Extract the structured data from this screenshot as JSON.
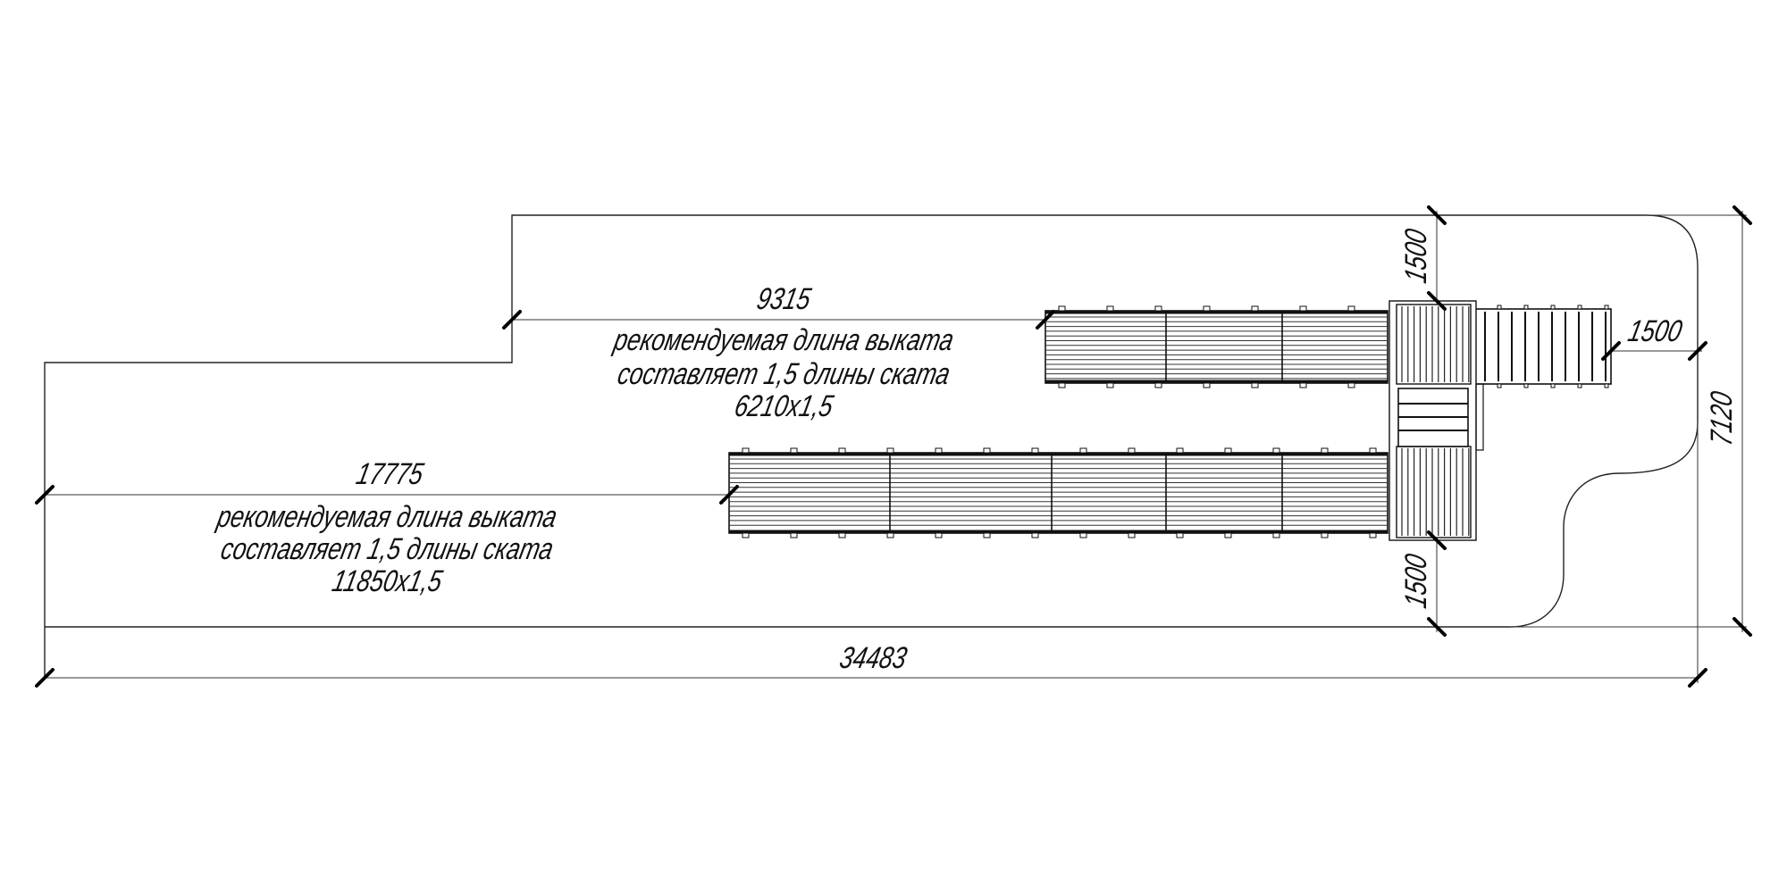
{
  "dimensions": {
    "upper_ramp_length": "9315",
    "lower_ramp_length": "17775",
    "total_length": "34483",
    "total_width": "7120",
    "top_clearance": "1500",
    "bottom_clearance": "1500",
    "right_clearance": "1500"
  },
  "notes": {
    "upper": {
      "line1": "рекомендуемая длина выката",
      "line2": "составляет 1,5 длины ската",
      "line3": "6210x1,5"
    },
    "lower": {
      "line1": "рекомендуемая длина выката",
      "line2": "составляет 1,5 длины ската",
      "line3": "11850x1,5"
    }
  }
}
